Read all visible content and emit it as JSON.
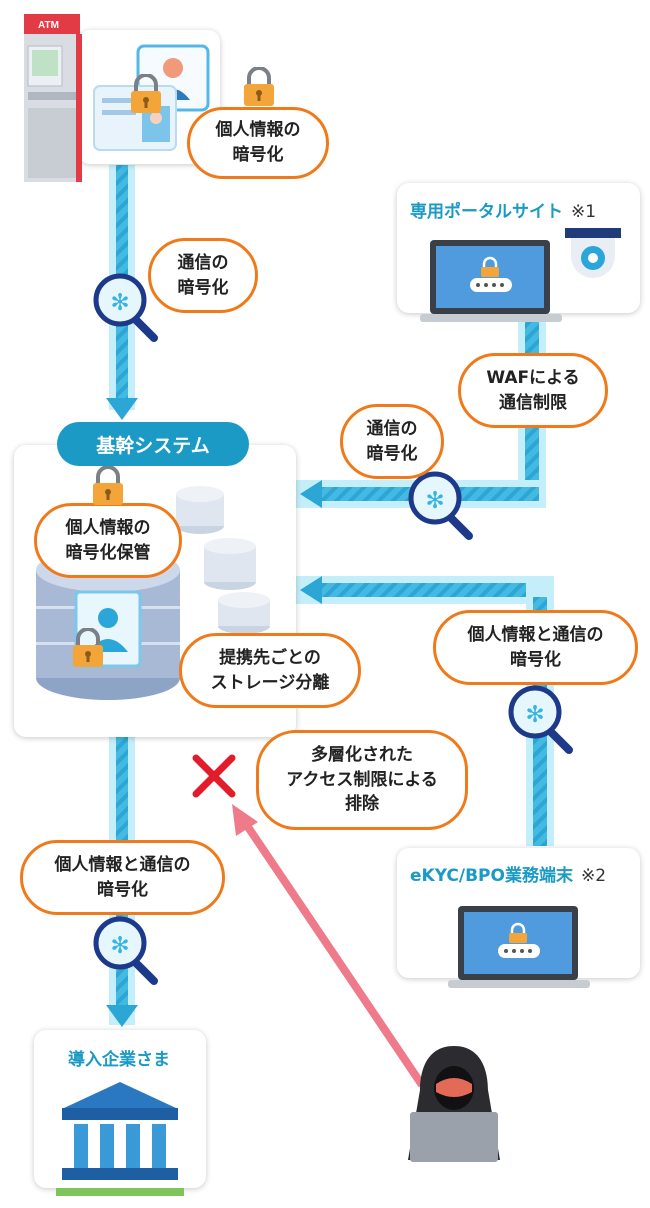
{
  "labels": {
    "atm_sign": "ATM",
    "atm_encrypt": [
      "個人情報の",
      "暗号化"
    ],
    "atm_comm": [
      "通信の",
      "暗号化"
    ],
    "portal_title": "専用ポータルサイト",
    "portal_note": "※1",
    "waf": [
      "WAFによる",
      "通信制限"
    ],
    "portal_comm": [
      "通信の",
      "暗号化"
    ],
    "hub": "基幹システム",
    "hub_store": [
      "個人情報の",
      "暗号化保管"
    ],
    "hub_storage": [
      "提携先ごとの",
      "ストレージ分離"
    ],
    "ekyc_comm": [
      "個人情報と通信の",
      "暗号化"
    ],
    "ekyc_title": "eKYC/BPO業務端末",
    "ekyc_note": "※2",
    "access": [
      "多層化された",
      "アクセス制限による",
      "排除"
    ],
    "bottom_comm": [
      "個人情報と通信の",
      "暗号化"
    ],
    "company": "導入企業さま"
  },
  "icons": [
    "atm-icon",
    "id-card-icon",
    "lock-icon",
    "magnifier-icon",
    "laptop-icon",
    "security-camera-icon",
    "database-icon",
    "x-mark-icon",
    "bank-icon",
    "hacker-icon"
  ],
  "colors": {
    "flow": "#bfeefa",
    "flow_stripe": "#38b4e0",
    "accent": "#1a9ac5",
    "pill_border": "#f07a1a",
    "lock": "#f4a53a",
    "attack_arrow": "#ef7b8a",
    "block": "#e21c2a"
  }
}
